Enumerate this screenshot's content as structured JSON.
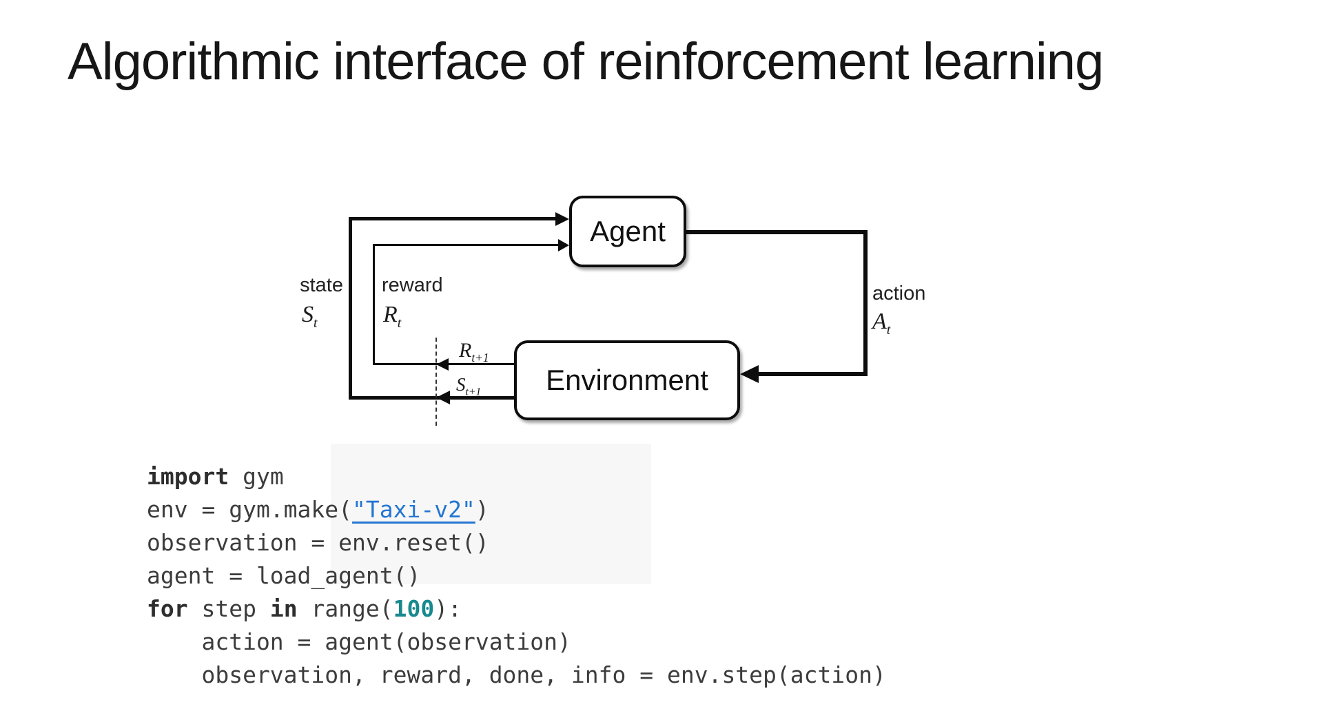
{
  "slide": {
    "title": "Algorithmic interface of reinforcement learning"
  },
  "diagram": {
    "agent_label": "Agent",
    "environment_label": "Environment",
    "labels": {
      "state": {
        "word": "state",
        "sym": "S",
        "sub": "t"
      },
      "reward": {
        "word": "reward",
        "sym": "R",
        "sub": "t"
      },
      "action": {
        "word": "action",
        "sym": "A",
        "sub": "t"
      },
      "reward_next": {
        "sym": "R",
        "sub": "t+1"
      },
      "state_next": {
        "sym": "S",
        "sub": "t+1"
      }
    }
  },
  "code": {
    "lines": [
      [
        {
          "t": "import",
          "s": "kw"
        },
        {
          "t": " gym"
        }
      ],
      [
        {
          "t": "env = gym.make("
        },
        {
          "t": "\"Taxi-v2\"",
          "s": "link"
        },
        {
          "t": ")"
        }
      ],
      [
        {
          "t": "observation = env.reset()"
        }
      ],
      [
        {
          "t": "agent = load_agent()"
        }
      ],
      [
        {
          "t": "for",
          "s": "kw"
        },
        {
          "t": " step "
        },
        {
          "t": "in",
          "s": "kw"
        },
        {
          "t": " range("
        },
        {
          "t": "100",
          "s": "num"
        },
        {
          "t": "):"
        }
      ],
      [
        {
          "t": "    action = agent(observation)"
        }
      ],
      [
        {
          "t": "    observation, reward, done, info = env.step(action)"
        }
      ]
    ]
  },
  "colors": {
    "link_blue": "#2376d2",
    "number_teal": "#18898e",
    "code_text": "#3c3c3c",
    "diagram_ink": "#0d0d0d"
  }
}
